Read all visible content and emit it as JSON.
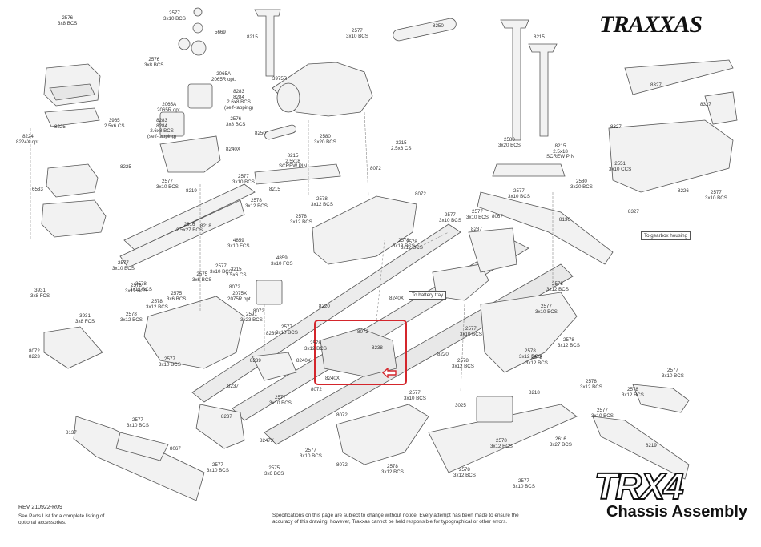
{
  "brand": {
    "logo_text": "TRAXXAS",
    "model": "TRX4",
    "title": "Chassis Assembly"
  },
  "footer": {
    "revision": "REV 210922-R09",
    "parts_note": "See Parts List for a complete listing of optional accessories.",
    "disclaimer": "Specifications on this page are subject to change without notice. Every attempt has been made to ensure the accuracy of this drawing; however, Traxxas cannot be held responsible for typographical or other errors."
  },
  "notes": {
    "battery_tray": "To battery tray",
    "gearbox_housing": "To gearbox housing"
  },
  "colors": {
    "highlight": "#d4262c",
    "line": "#555555",
    "part_fill": "#f2f2f2"
  },
  "labels": [
    {
      "id": "l1",
      "text": "2576\n3x8 BCS"
    },
    {
      "id": "l2",
      "text": "2577\n3x10 BCS"
    },
    {
      "id": "l3",
      "text": "5669"
    },
    {
      "id": "l4",
      "text": "8215"
    },
    {
      "id": "l5",
      "text": "2577\n3x10 BCS"
    },
    {
      "id": "l6",
      "text": "8250"
    },
    {
      "id": "l7",
      "text": "2576\n3x8 BCS"
    },
    {
      "id": "l8",
      "text": "2065A\n2065R opt."
    },
    {
      "id": "l9",
      "text": "3975R"
    },
    {
      "id": "l10",
      "text": "8283\n8284\n2.6x8 BCS\n(self-tapping)"
    },
    {
      "id": "l11",
      "text": "2065A\n2065R opt."
    },
    {
      "id": "l12",
      "text": "8283\n8284\n2.6x8 BCS\n(self-tapping)"
    },
    {
      "id": "l13",
      "text": "2576\n3x8 BCS"
    },
    {
      "id": "l14",
      "text": "3965\n2.5x6 CS"
    },
    {
      "id": "l15",
      "text": "8224\n8224X opt."
    },
    {
      "id": "l16",
      "text": "8225"
    },
    {
      "id": "l17",
      "text": "8225"
    },
    {
      "id": "l18",
      "text": "6533"
    },
    {
      "id": "l19",
      "text": "8240X"
    },
    {
      "id": "l20",
      "text": "8250"
    },
    {
      "id": "l21",
      "text": "2580\n3x20 BCS"
    },
    {
      "id": "l22",
      "text": "8215\n2.5x18\nSCREW PIN"
    },
    {
      "id": "l23",
      "text": "3215\n2.5x6 CS"
    },
    {
      "id": "l24",
      "text": "8072"
    },
    {
      "id": "l25",
      "text": "8215"
    },
    {
      "id": "l26",
      "text": "2577\n3x10 BCS"
    },
    {
      "id": "l27",
      "text": "8219"
    },
    {
      "id": "l28",
      "text": "2577\n3x10 BCS"
    },
    {
      "id": "l29",
      "text": "2578\n3x12 BCS"
    },
    {
      "id": "l30",
      "text": "2578\n3x12 BCS"
    },
    {
      "id": "l31",
      "text": "8072"
    },
    {
      "id": "l32",
      "text": "2616\n2.5x27 BCS"
    },
    {
      "id": "l33",
      "text": "8218"
    },
    {
      "id": "l34",
      "text": "2578\n3x12 BCS"
    },
    {
      "id": "l35",
      "text": "2578\n3x12 BCS"
    },
    {
      "id": "l36",
      "text": "2578\n3x12 BCS"
    },
    {
      "id": "l37",
      "text": "4859\n3x10 FCS"
    },
    {
      "id": "l38",
      "text": "4859\n3x10 FCS"
    },
    {
      "id": "l39",
      "text": "2577\n3x10 BCS"
    },
    {
      "id": "l40",
      "text": "2577\n3x10 BCS"
    },
    {
      "id": "l41",
      "text": "3215\n2.5x6 CS"
    },
    {
      "id": "l42",
      "text": "2578\n3x12 BCS"
    },
    {
      "id": "l43",
      "text": "8072"
    },
    {
      "id": "l44",
      "text": "2575\n3x6 BCS"
    },
    {
      "id": "l45",
      "text": "2575\n3x6 BCS"
    },
    {
      "id": "l46",
      "text": "2075X\n2075R opt."
    },
    {
      "id": "l47",
      "text": "2591\n3x23 BCS"
    },
    {
      "id": "l48",
      "text": "8220"
    },
    {
      "id": "l49",
      "text": "8240X"
    },
    {
      "id": "l50",
      "text": "2578\n3x12 BCS"
    },
    {
      "id": "l51",
      "text": "2578\n3x12 BCS"
    },
    {
      "id": "l52",
      "text": "2577\n3x10 BCS"
    },
    {
      "id": "l53",
      "text": "8072"
    },
    {
      "id": "l54",
      "text": "8239"
    },
    {
      "id": "l55",
      "text": "8240X"
    },
    {
      "id": "l56",
      "text": "8238"
    },
    {
      "id": "l57",
      "text": "8240X"
    },
    {
      "id": "l58",
      "text": "8239"
    },
    {
      "id": "l59",
      "text": "8237"
    },
    {
      "id": "l60",
      "text": "2577\n3x10 BCS"
    },
    {
      "id": "l61",
      "text": "3931\n3x8 FCS"
    },
    {
      "id": "l62",
      "text": "3931\n3x8 FCS"
    },
    {
      "id": "l63",
      "text": "8072\n8223"
    },
    {
      "id": "l64",
      "text": "2578\n3x12 BCS"
    },
    {
      "id": "l65",
      "text": "2577\n3x10 BCS"
    },
    {
      "id": "l66",
      "text": "8237"
    },
    {
      "id": "l67",
      "text": "2577\n3x10 BCS"
    },
    {
      "id": "l68",
      "text": "8137"
    },
    {
      "id": "l69",
      "text": "8067"
    },
    {
      "id": "l70",
      "text": "2577\n3x10 BCS"
    },
    {
      "id": "l71",
      "text": "8247X"
    },
    {
      "id": "l72",
      "text": "2577\n3x10 BCS"
    },
    {
      "id": "l73",
      "text": "2575\n3x6 BCS"
    },
    {
      "id": "l74",
      "text": "8072"
    },
    {
      "id": "l75",
      "text": "2578\n3x12 BCS"
    },
    {
      "id": "l76",
      "text": "2578\n3x12 BCS"
    },
    {
      "id": "l77",
      "text": "8072"
    },
    {
      "id": "l78",
      "text": "2577\n3x10 BCS"
    },
    {
      "id": "l79",
      "text": "8220"
    },
    {
      "id": "l80",
      "text": "2577\n3x10 BCS"
    },
    {
      "id": "l81",
      "text": "2578\n3x12 BCS"
    },
    {
      "id": "l82",
      "text": "2578\n3x12 BCS"
    },
    {
      "id": "l83",
      "text": "3025"
    },
    {
      "id": "l84",
      "text": "8218"
    },
    {
      "id": "l85",
      "text": "2616\n3x27 BCS"
    },
    {
      "id": "l86",
      "text": "2577\n3x10 BCS"
    },
    {
      "id": "l87",
      "text": "2578\n3x12 BCS"
    },
    {
      "id": "l88",
      "text": "2577\n3x10 BCS"
    },
    {
      "id": "l89",
      "text": "2577\n3x10 BCS"
    },
    {
      "id": "l90",
      "text": "8219"
    },
    {
      "id": "l91",
      "text": "2578\n3x12 BCS"
    },
    {
      "id": "l92",
      "text": "2577\n3x10 BCS"
    },
    {
      "id": "l93",
      "text": "8067"
    },
    {
      "id": "l94",
      "text": "8237"
    },
    {
      "id": "l95",
      "text": "2578\n3x12 BCS"
    },
    {
      "id": "l96",
      "text": "2577\n3x10 BCS"
    },
    {
      "id": "l97",
      "text": "8136"
    },
    {
      "id": "l98",
      "text": "2577\n3x10 BCS"
    },
    {
      "id": "l99",
      "text": "8215"
    },
    {
      "id": "l100",
      "text": "2580\n3x20 BCS"
    },
    {
      "id": "l101",
      "text": "8215\n2.5x18\nSCREW PIN"
    },
    {
      "id": "l102",
      "text": "2580\n3x20 BCS"
    },
    {
      "id": "l103",
      "text": "8327"
    },
    {
      "id": "l104",
      "text": "8327"
    },
    {
      "id": "l105",
      "text": "8327"
    },
    {
      "id": "l106",
      "text": "2551\n3x10 CCS"
    },
    {
      "id": "l107",
      "text": "8226"
    },
    {
      "id": "l108",
      "text": "2577\n3x10 BCS"
    },
    {
      "id": "l109",
      "text": "8327"
    },
    {
      "id": "l110",
      "text": "2578\n3x12 BCS"
    },
    {
      "id": "l111",
      "text": "8072"
    },
    {
      "id": "l112",
      "text": "8072"
    },
    {
      "id": "l113",
      "text": "2577\n3x10 BCS"
    },
    {
      "id": "l114",
      "text": "2578\n3x12 BCS"
    },
    {
      "id": "l115",
      "text": "2578\n3x12 BCS"
    },
    {
      "id": "l116",
      "text": "2578\n3x12 BCS"
    }
  ]
}
